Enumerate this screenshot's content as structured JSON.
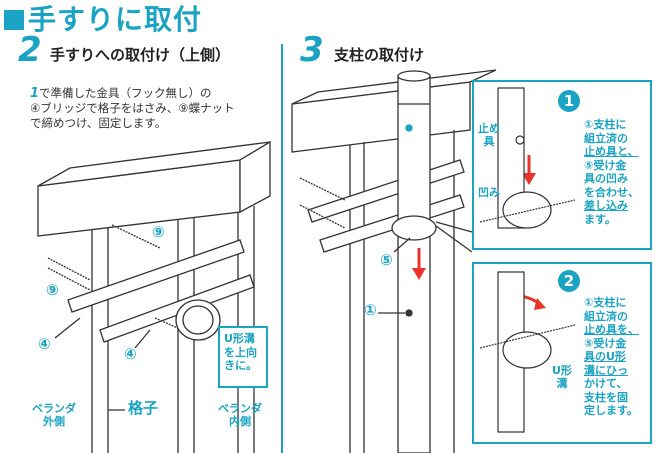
{
  "title": "手すりに取付",
  "step2": {
    "number": "2",
    "heading": "手すりへの取付け（上側）",
    "desc_num": "1",
    "desc_line1": "で準備した金具（フック無し）の",
    "desc_line2": "④ブリッジで格子をはさみ、⑨蝶ナット",
    "desc_line3": "で締めつけ、固定します。",
    "label_9a": "⑨",
    "label_9b": "⑨",
    "label_4a": "④",
    "label_4b": "④",
    "u_note": [
      "U形溝",
      "を上向",
      "きに。"
    ],
    "veranda_out": [
      "ベランダ",
      "外側"
    ],
    "koshi": "格子",
    "veranda_in": [
      "ベランダ",
      "内側"
    ]
  },
  "step3": {
    "number": "3",
    "heading": "支柱の取付け",
    "label_5": "⑤",
    "label_1": "①",
    "box1": {
      "num": "1",
      "tome_gu": [
        "止め",
        "具"
      ],
      "bokomi": "凹み",
      "note": [
        "①支柱に",
        "組立済の",
        "止め具と、",
        "⑤受け金",
        "具の凹み",
        "を合わせ、",
        "差し込み",
        "ます。"
      ]
    },
    "box2": {
      "num": "2",
      "u_label": [
        "U形",
        "溝"
      ],
      "note": [
        "①支柱に",
        "組立済の",
        "止め具を、",
        "⑤受け金",
        "具のU形",
        "溝にひっ",
        "かけて、",
        "支柱を固",
        "定します。"
      ]
    }
  }
}
